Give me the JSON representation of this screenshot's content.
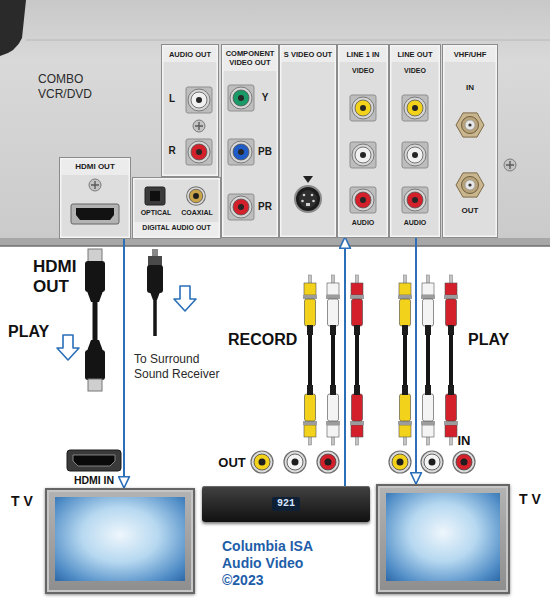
{
  "diagram": {
    "nodes": [
      {
        "text": [
          "COMBO VCR/DVD"
        ]
      },
      {
        "text": [
          "AUDIO OUT",
          "L",
          "R"
        ],
        "in": 0
      },
      {
        "text": [
          "COMPONENT VIDEO OUT",
          "Y",
          "PB",
          "PR"
        ],
        "in": 0
      },
      {
        "text": [
          "S VIDEO OUT"
        ],
        "in": 0
      },
      {
        "text": [
          "LINE 1 IN",
          "VIDEO",
          "AUDIO"
        ],
        "in": 0
      },
      {
        "text": [
          "LINE OUT",
          "VIDEO",
          "AUDIO"
        ],
        "in": 0
      },
      {
        "text": [
          "VHF/UHF",
          "IN",
          "OUT"
        ],
        "in": 0
      },
      {
        "text": [
          "HDMI OUT"
        ],
        "in": 0
      },
      {
        "text": [
          "OPTICAL",
          "COAXIAL",
          "DIGITAL AUDIO OUT"
        ],
        "in": 0
      },
      {
        "text": [
          "T V"
        ]
      },
      {
        "text": [
          "921"
        ]
      },
      {
        "text": [
          "T V"
        ]
      }
    ],
    "edges": [
      {
        "from": 7,
        "to": 9,
        "arrow": "to",
        "label": "PLAY"
      },
      {
        "from": 10,
        "to": 4,
        "arrow": "to",
        "label": "RECORD"
      },
      {
        "from": 5,
        "to": 11,
        "arrow": "to",
        "label": "PLAY"
      }
    ],
    "labels": [
      "HDMI OUT",
      "To Surround Sound Receiver",
      "IN",
      "OUT",
      "HDMI IN",
      "Columbia ISA Audio Video ©2023"
    ]
  }
}
